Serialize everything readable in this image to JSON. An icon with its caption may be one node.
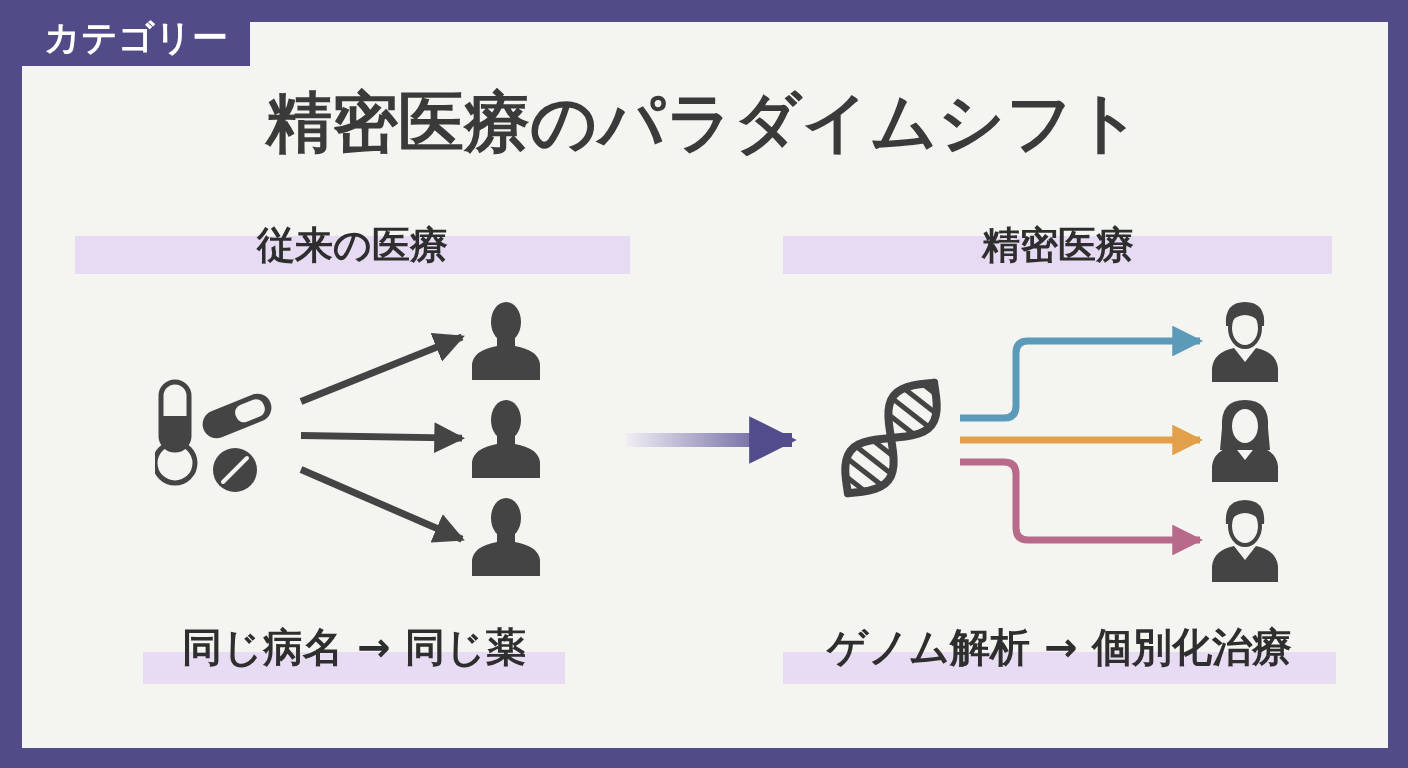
{
  "diagram": {
    "title": "精密医療のパラダイムシフト",
    "nodes": [
      {
        "text": [
          "従来の医療"
        ]
      },
      {
        "text": [
          "精密医療"
        ]
      },
      {
        "text": [],
        "shape": "pills"
      },
      {
        "text": [],
        "shape": "person"
      },
      {
        "text": [],
        "shape": "person"
      },
      {
        "text": [],
        "shape": "person"
      },
      {
        "text": [],
        "shape": "dna"
      },
      {
        "text": [],
        "shape": "person"
      },
      {
        "text": [],
        "shape": "person"
      },
      {
        "text": [],
        "shape": "person"
      },
      {
        "text": [
          "同じ病名 → 同じ薬"
        ]
      },
      {
        "text": [
          "ゲノム解析 → 個別化治療"
        ]
      }
    ],
    "edges": [
      {
        "from": 2,
        "to": 3,
        "arrow": "to",
        "color": "#444444"
      },
      {
        "from": 2,
        "to": 4,
        "arrow": "to",
        "color": "#444444"
      },
      {
        "from": 2,
        "to": 5,
        "arrow": "to",
        "color": "#444444"
      },
      {
        "from": null,
        "to": 6,
        "arrow": "to",
        "style": "thick",
        "color": "#524c8c"
      },
      {
        "from": 6,
        "to": 7,
        "arrow": "to",
        "color": "#5b9ab8"
      },
      {
        "from": 6,
        "to": 8,
        "arrow": "to",
        "color": "#e3a04a"
      },
      {
        "from": 6,
        "to": 9,
        "arrow": "to",
        "color": "#b86a8a"
      }
    ],
    "labels": [
      "カテゴリー"
    ]
  }
}
